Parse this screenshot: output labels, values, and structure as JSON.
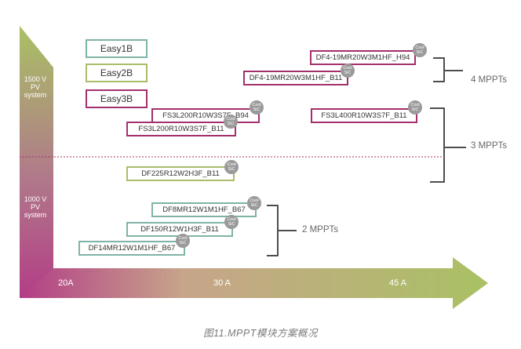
{
  "axis": {
    "y_top_label": "1500 V\nPV\nsystem",
    "y_bottom_label": "1000 V\nPV\nsystem",
    "x_ticks": [
      "20A",
      "30 A",
      "45 A"
    ]
  },
  "legend": [
    {
      "id": "easy1b",
      "label": "Easy1B",
      "color": "#7fb3a6"
    },
    {
      "id": "easy2b",
      "label": "Easy2B",
      "color": "#a9bd6a"
    },
    {
      "id": "easy3b",
      "label": "Easy3B",
      "color": "#a3306b"
    }
  ],
  "badge_text": "Cool\nSiC",
  "modules": [
    {
      "id": "df4-h94",
      "label": "DF4-19MR20W3M1HF_H94",
      "package": "easy3b"
    },
    {
      "id": "df4-b11",
      "label": "DF4-19MR20W3M1HF_B11",
      "package": "easy3b"
    },
    {
      "id": "fs3l200-b94",
      "label": "FS3L200R10W3S7F_B94",
      "package": "easy3b"
    },
    {
      "id": "fs3l200-b11",
      "label": "FS3L200R10W3S7F_B11",
      "package": "easy3b"
    },
    {
      "id": "fs3l400-b11",
      "label": "FS3L400R10W3S7F_B11",
      "package": "easy3b"
    },
    {
      "id": "df225",
      "label": "DF225R12W2H3F_B11",
      "package": "easy2b"
    },
    {
      "id": "df8mr",
      "label": "DF8MR12W1M1HF_B67",
      "package": "easy1b"
    },
    {
      "id": "df150",
      "label": "DF150R12W1H3F_B11",
      "package": "easy1b"
    },
    {
      "id": "df14mr",
      "label": "DF14MR12W1M1HF_B67",
      "package": "easy1b"
    }
  ],
  "groups": [
    {
      "id": "four",
      "label": "4 MPPTs"
    },
    {
      "id": "three",
      "label": "3 MPPTs"
    },
    {
      "id": "two",
      "label": "2 MPPTs"
    }
  ],
  "caption": "图11.MPPT模块方案概况"
}
